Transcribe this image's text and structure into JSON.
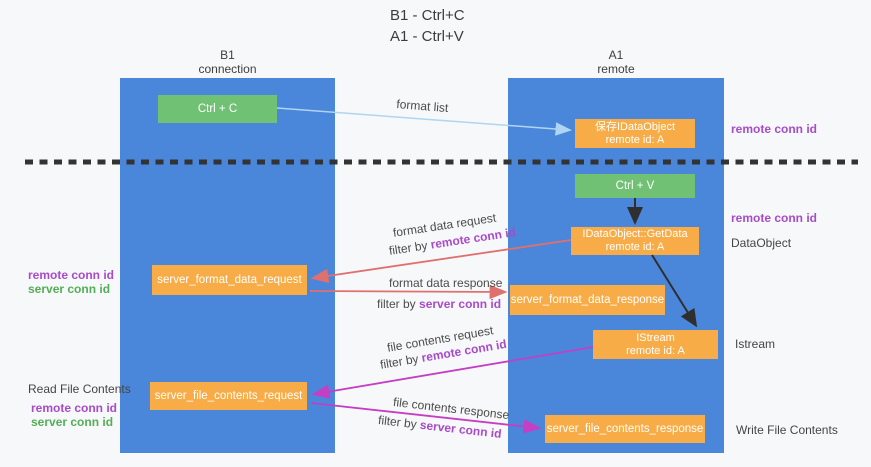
{
  "title": {
    "line1": "B1 - Ctrl+C",
    "line2": "A1 - Ctrl+V"
  },
  "lanes": {
    "left": {
      "title": "B1",
      "subtitle": "connection"
    },
    "right": {
      "title": "A1",
      "subtitle": "remote"
    }
  },
  "nodes": {
    "ctrl_c": "Ctrl + C",
    "ctrl_v": "Ctrl + V",
    "save_idataobject_l1": "保存IDataObject",
    "save_idataobject_l2": "remote id: A",
    "getdata_l1": "IDataObject::GetData",
    "getdata_l2": "remote id: A",
    "istream_l1": "IStream",
    "istream_l2": "remote id: A",
    "server_format_data_request": "server_format_data_request",
    "server_format_data_response": "server_format_data_response",
    "server_file_contents_request": "server_file_contents_request",
    "server_file_contents_response": "server_file_contents_response"
  },
  "arrow_labels": {
    "format_list": "format list",
    "format_data_request": "format data request",
    "format_data_response": "format data response",
    "file_contents_request": "file contents request",
    "file_contents_response": "file contents response",
    "filter_by": "filter by",
    "remote_conn_id": "remote conn id",
    "server_conn_id": "server conn id"
  },
  "side_labels": {
    "remote_conn_id": "remote conn id",
    "server_conn_id": "server conn id",
    "dataobject": "DataObject",
    "istream": "Istream",
    "read_file_contents": "Read File Contents",
    "write_file_contents": "Write File Contents"
  },
  "colors": {
    "lane_blue": "#4a86d9",
    "node_green": "#71c174",
    "node_orange": "#f8ac47",
    "label_purple": "#a84bc8",
    "label_green": "#53ae57",
    "arrow_red": "#e0706e",
    "arrow_magenta": "#c43fc4",
    "arrow_light_blue": "#aed5f2",
    "arrow_black": "#2f2f2f",
    "dashed_line": "#333333"
  }
}
